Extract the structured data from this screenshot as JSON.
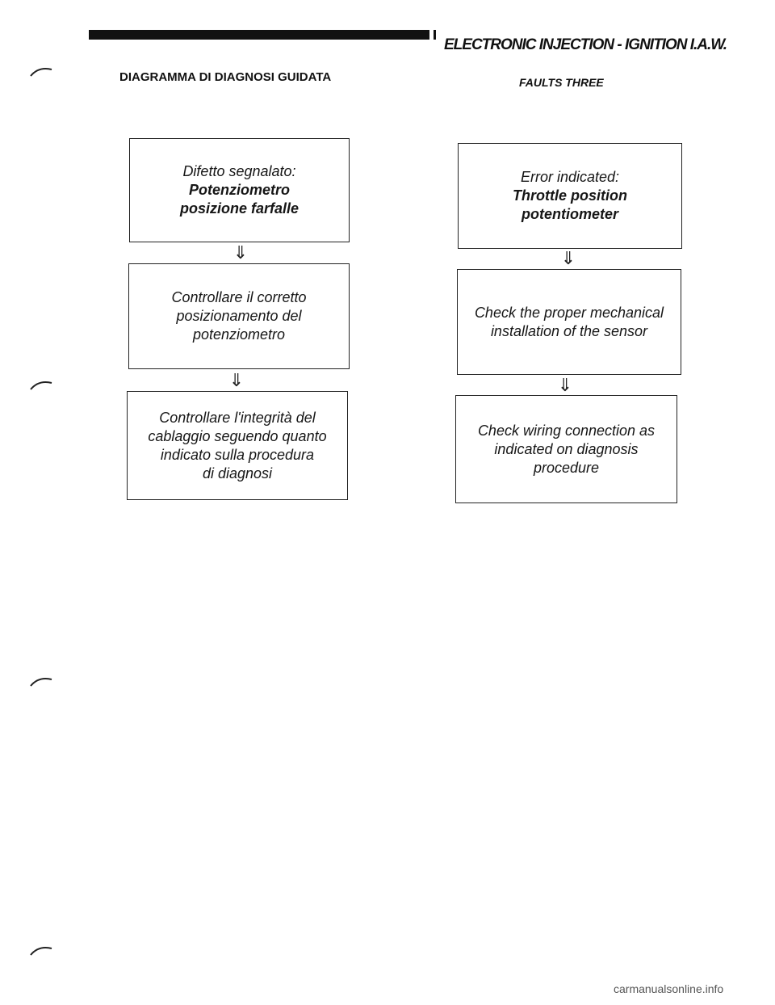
{
  "header": {
    "title": "ELECTRONIC INJECTION - IGNITION I.A.W."
  },
  "headings": {
    "italian": "DIAGRAMMA DI DIAGNOSI GUIDATA",
    "english": "FAULTS THREE"
  },
  "italian_flow": [
    {
      "lines": [
        {
          "text": "Difetto segnalato:",
          "bold": false
        },
        {
          "text": "Potenziometro",
          "bold": true
        },
        {
          "text": "posizione farfalle",
          "bold": true
        }
      ]
    },
    {
      "lines": [
        {
          "text": "Controllare il corretto",
          "bold": false
        },
        {
          "text": "posizionamento del",
          "bold": false
        },
        {
          "text": "potenziometro",
          "bold": false
        }
      ]
    },
    {
      "lines": [
        {
          "text": "Controllare l'integrità del",
          "bold": false
        },
        {
          "text": "cablaggio seguendo quanto",
          "bold": false
        },
        {
          "text": "indicato sulla procedura",
          "bold": false
        },
        {
          "text": "di diagnosi",
          "bold": false
        }
      ]
    }
  ],
  "english_flow": [
    {
      "lines": [
        {
          "text": "Error indicated:",
          "bold": false
        },
        {
          "text": "Throttle position",
          "bold": true
        },
        {
          "text": "potentiometer",
          "bold": true
        }
      ]
    },
    {
      "lines": [
        {
          "text": "Check the proper mechanical",
          "bold": false
        },
        {
          "text": "installation of the sensor",
          "bold": false
        }
      ]
    },
    {
      "lines": [
        {
          "text": "Check wiring connection as",
          "bold": false
        },
        {
          "text": "indicated on diagnosis",
          "bold": false
        },
        {
          "text": "procedure",
          "bold": false
        }
      ]
    }
  ],
  "arrow_glyph": "⇓",
  "footer": "carmanualsonline.info"
}
